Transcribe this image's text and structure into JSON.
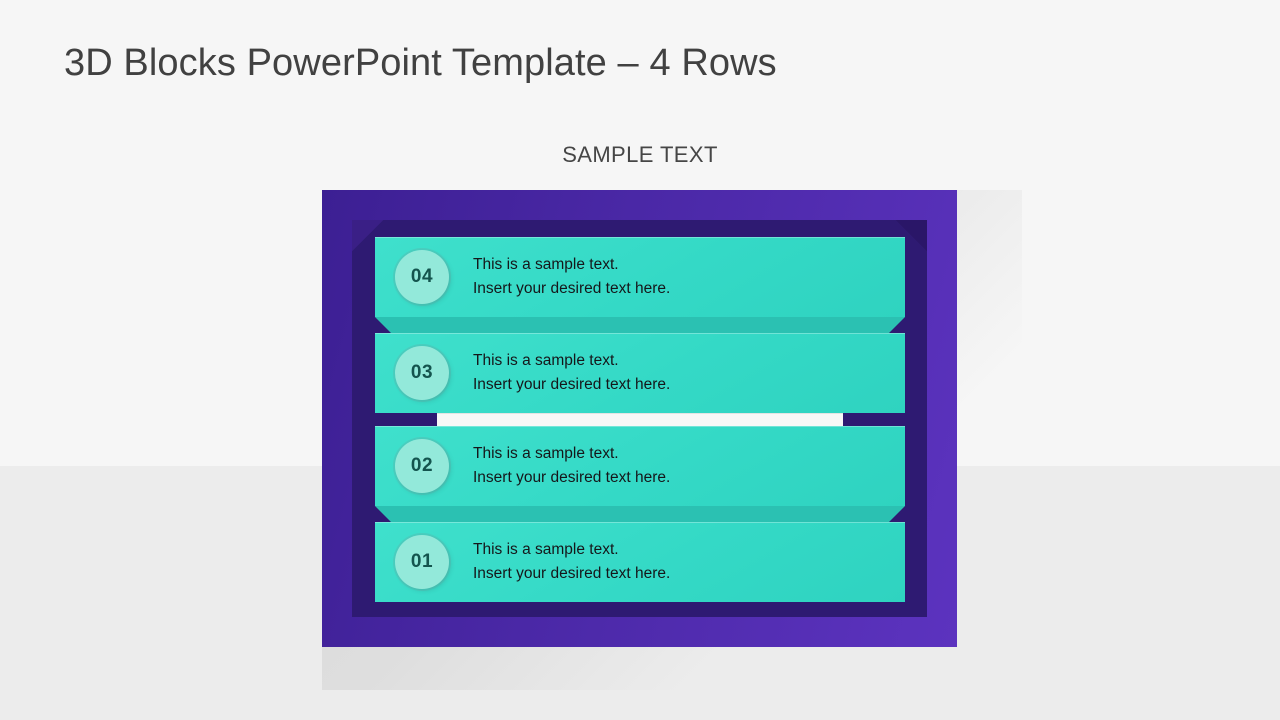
{
  "slide": {
    "title": "3D Blocks PowerPoint Template – 4 Rows",
    "subtitle": "SAMPLE TEXT"
  },
  "colors": {
    "background_top": "#f6f6f6",
    "background_floor": "#ececec",
    "frame_outer_purple": "#4a28a6",
    "frame_inner_bevel": "#2e1a72",
    "bar_teal": "#34d9c6",
    "ledge_teal": "#2bc1b2",
    "ledge_highlight": "#f7f8f7",
    "badge_fill": "#93e9da",
    "badge_text": "#14544e",
    "body_text": "#15171a",
    "title_text": "#414141"
  },
  "diagram": {
    "rows": [
      {
        "number": "04",
        "line1": "This is a sample text.",
        "line2": "Insert your desired text here.",
        "ledge": "teal"
      },
      {
        "number": "03",
        "line1": "This is a sample text.",
        "line2": "Insert your desired text here.",
        "ledge": "white"
      },
      {
        "number": "02",
        "line1": "This is a sample text.",
        "line2": "Insert your desired text here.",
        "ledge": "teal"
      },
      {
        "number": "01",
        "line1": "This is a sample text.",
        "line2": "Insert your desired text here.",
        "ledge": "none"
      }
    ]
  }
}
